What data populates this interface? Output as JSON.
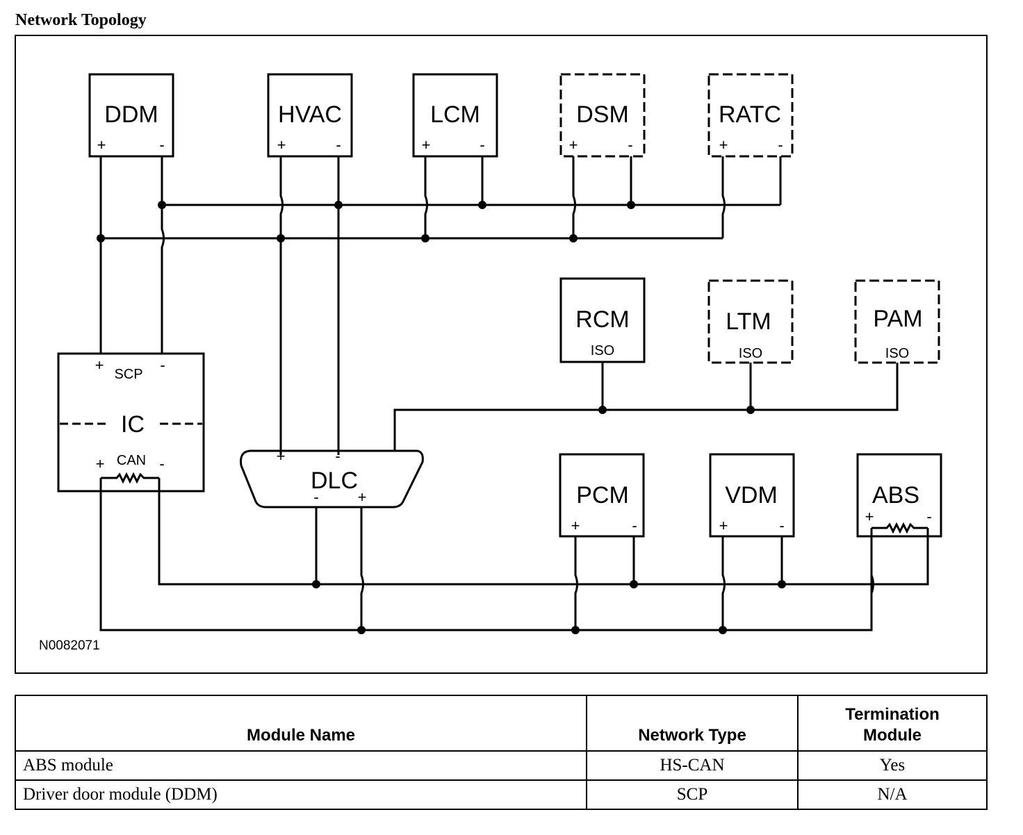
{
  "title": "Network Topology",
  "figure_id": "N0082071",
  "modules": {
    "ddm": {
      "label": "DDM",
      "plus": "+",
      "minus": "-"
    },
    "hvac": {
      "label": "HVAC",
      "plus": "+",
      "minus": "-"
    },
    "lcm": {
      "label": "LCM",
      "plus": "+",
      "minus": "-"
    },
    "dsm": {
      "label": "DSM",
      "plus": "+",
      "minus": "-",
      "optional": true
    },
    "ratc": {
      "label": "RATC",
      "plus": "+",
      "minus": "-",
      "optional": true
    },
    "rcm": {
      "label": "RCM",
      "sub": "ISO"
    },
    "ltm": {
      "label": "LTM",
      "sub": "ISO",
      "optional": true
    },
    "pam": {
      "label": "PAM",
      "sub": "ISO",
      "optional": true
    },
    "ic": {
      "label": "IC",
      "top_network": "SCP",
      "bottom_network": "CAN",
      "plus": "+",
      "minus": "-"
    },
    "dlc": {
      "label": "DLC",
      "plus": "+",
      "minus": "-"
    },
    "pcm": {
      "label": "PCM",
      "plus": "+",
      "minus": "-"
    },
    "vdm": {
      "label": "VDM",
      "plus": "+",
      "minus": "-"
    },
    "abs": {
      "label": "ABS",
      "plus": "+",
      "minus": "-",
      "terminated": true
    }
  },
  "table": {
    "headers": [
      "Module Name",
      "Network Type",
      "Termination Module"
    ],
    "header_lines": [
      [
        "Module Name"
      ],
      [
        "Network Type"
      ],
      [
        "Termination",
        "Module"
      ]
    ],
    "rows": [
      [
        "ABS module",
        "HS-CAN",
        "Yes"
      ],
      [
        "Driver door module (DDM)",
        "SCP",
        "N/A"
      ]
    ]
  }
}
